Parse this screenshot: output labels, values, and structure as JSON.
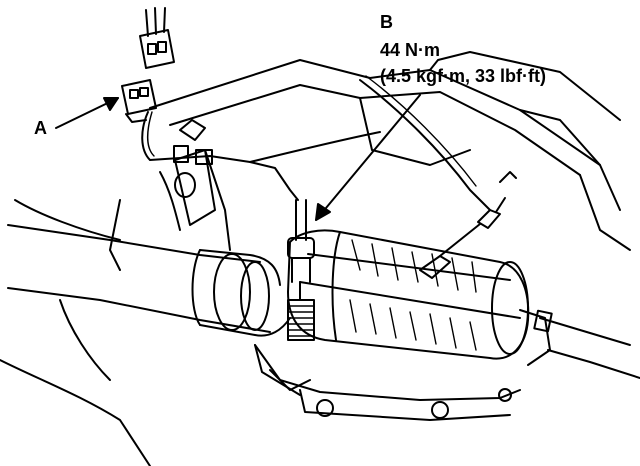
{
  "labels": {
    "a": "A",
    "b": "B",
    "torque_nm": "44 N·m",
    "torque_alt": "(4.5 kgf·m, 33 lbf·ft)"
  },
  "colors": {
    "ink": "#000000",
    "paper": "#ffffff"
  }
}
